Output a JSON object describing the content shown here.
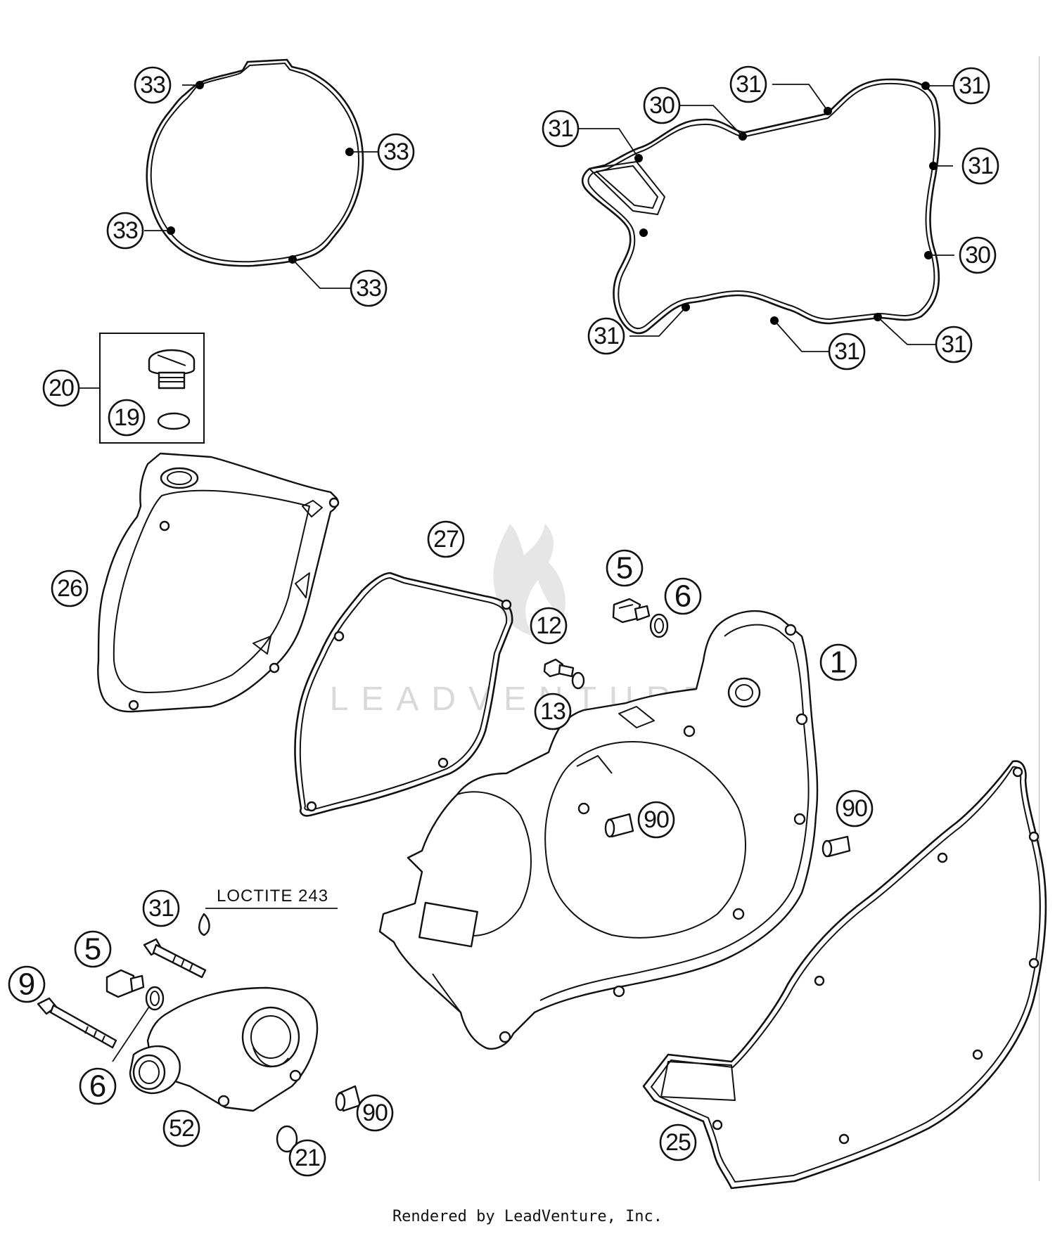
{
  "diagram": {
    "callouts": {
      "c33a": "33",
      "c33b": "33",
      "c33c": "33",
      "c33d": "33",
      "c31a": "31",
      "c30a": "30",
      "c31b": "31",
      "c31c": "31",
      "c31d": "31",
      "c30b": "30",
      "c31e": "31",
      "c31f": "31",
      "c31g": "31",
      "c20": "20",
      "c19": "19",
      "c26": "26",
      "c27": "27",
      "c5a": "5",
      "c6a": "6",
      "c12": "12",
      "c13": "13",
      "c1": "1",
      "c90a": "90",
      "c90b": "90",
      "c31h": "31",
      "c5b": "5",
      "c9": "9",
      "c6b": "6",
      "c52": "52",
      "c21": "21",
      "c90c": "90",
      "c25": "25"
    },
    "note_loctite": "LOCTITE 243",
    "watermark": "LEADVENTURE"
  },
  "footer": "Rendered by LeadVenture, Inc."
}
